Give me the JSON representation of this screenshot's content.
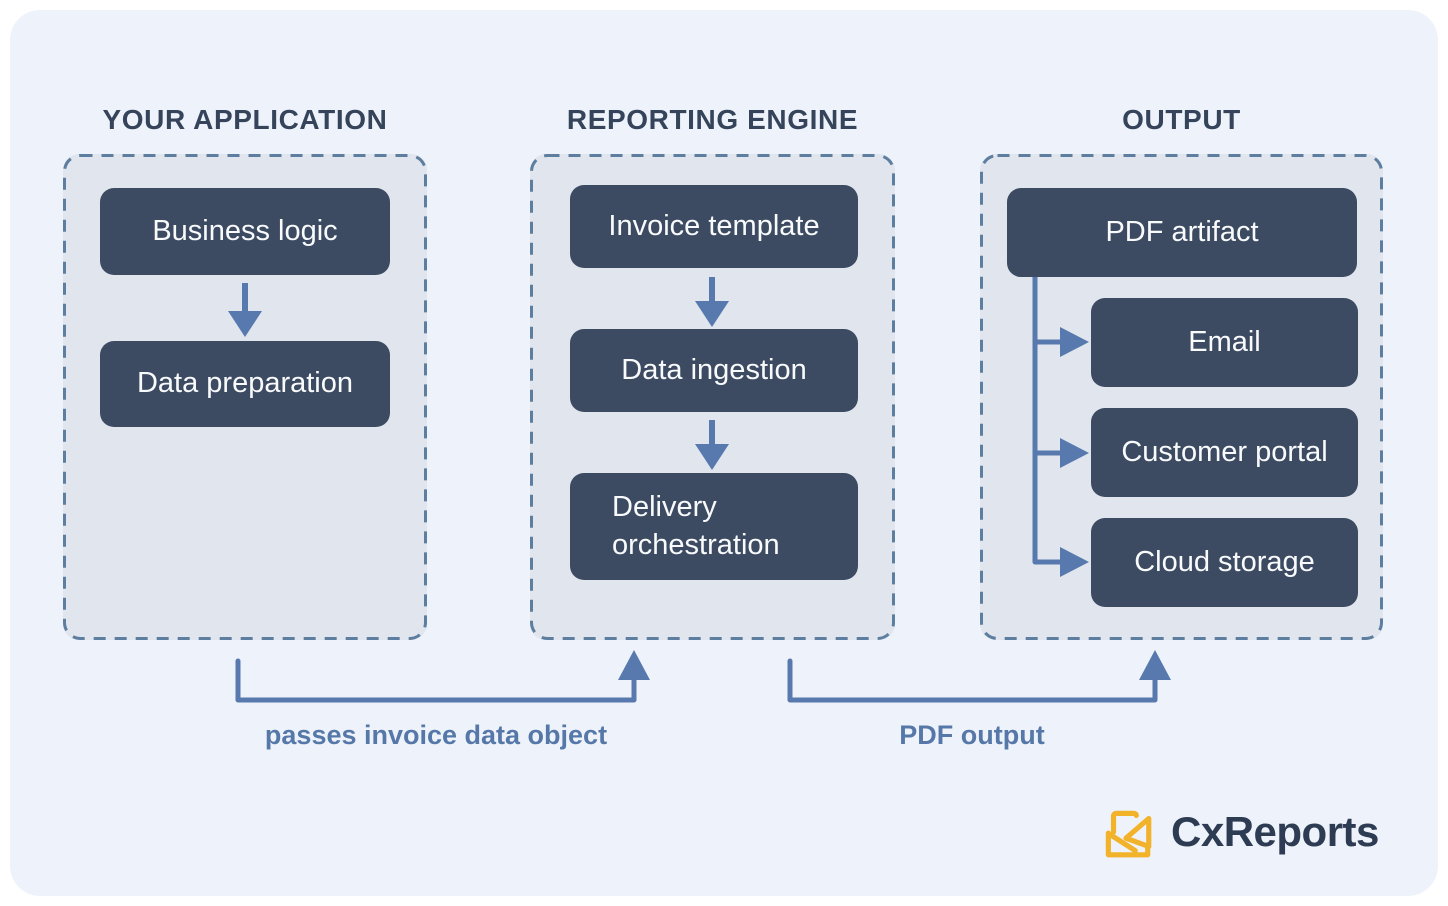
{
  "colors": {
    "page_bg": "#ffffff",
    "frame_bg": "#eef3fb",
    "container_bg": "#e0e5ee",
    "container_border": "#5d7e9f",
    "node_bg": "#3d4b62",
    "node_text": "#f8fafc",
    "header_text": "#36445b",
    "arrow": "#5779ae",
    "connector_label": "#5678a9",
    "logo_text": "#2e3c53",
    "logo_icon": "#f2b32b"
  },
  "columns": [
    {
      "header": "YOUR APPLICATION",
      "nodes": [
        {
          "label": "Business logic"
        },
        {
          "label": "Data preparation"
        }
      ]
    },
    {
      "header": "REPORTING ENGINE",
      "nodes": [
        {
          "label": "Invoice template"
        },
        {
          "label": "Data ingestion"
        },
        {
          "label": "Delivery orchestration"
        }
      ]
    },
    {
      "header": "OUTPUT",
      "nodes": [
        {
          "label": "PDF artifact"
        },
        {
          "label": "Email"
        },
        {
          "label": "Customer portal"
        },
        {
          "label": "Cloud storage"
        }
      ]
    }
  ],
  "connectors": [
    {
      "label": "passes invoice data object",
      "from": "YOUR APPLICATION",
      "to": "REPORTING ENGINE"
    },
    {
      "label": "PDF output",
      "from": "REPORTING ENGINE",
      "to": "OUTPUT"
    }
  ],
  "logo": {
    "text": "CxReports",
    "icon": "envelope-send-icon"
  }
}
